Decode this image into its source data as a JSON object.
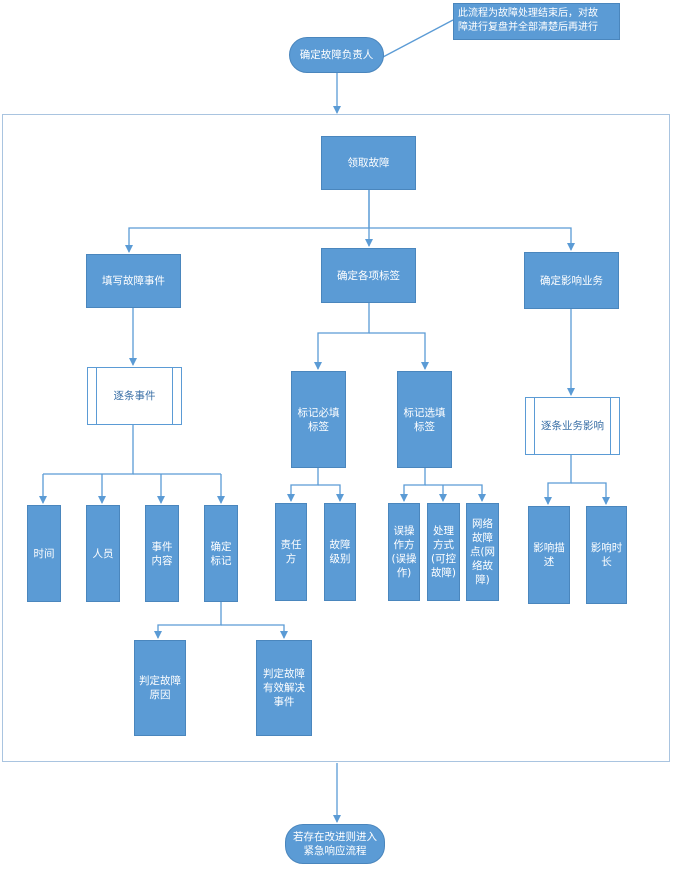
{
  "colors": {
    "box_fill": "#5b9bd5",
    "box_border": "#4a86bd",
    "line": "#5b9bd5",
    "container_border": "#a9c4e0"
  },
  "note": "此流程为故障处理结束后，对故\n障进行复盘并全部清楚后再进行",
  "start": "确定故障负责人",
  "end": "若存在改进则进入\n紧急响应流程",
  "root": "领取故障",
  "branches": {
    "fill_event": "填写故障事件",
    "tags": "确定各项标签",
    "impact": "确定影响业务"
  },
  "fill_event_children": {
    "process": "逐条事件",
    "leaves": [
      "时间",
      "人员",
      "事件\n内容",
      "确定\n标记"
    ],
    "mark_children": [
      "判定故障\n原因",
      "判定故障\n有效解决\n事件"
    ]
  },
  "tags_children": {
    "required": "标记必填\n标签",
    "optional": "标记选填\n标签",
    "required_leaves": [
      "责任\n方",
      "故障\n级别"
    ],
    "optional_leaves": [
      "误操\n作方\n(误操\n作)",
      "处理\n方式\n(可控\n故障)",
      "网络\n故障\n点(网\n络故\n障)"
    ]
  },
  "impact_children": {
    "process": "逐条业务影响",
    "leaves": [
      "影响描\n述",
      "影响时\n长"
    ]
  }
}
